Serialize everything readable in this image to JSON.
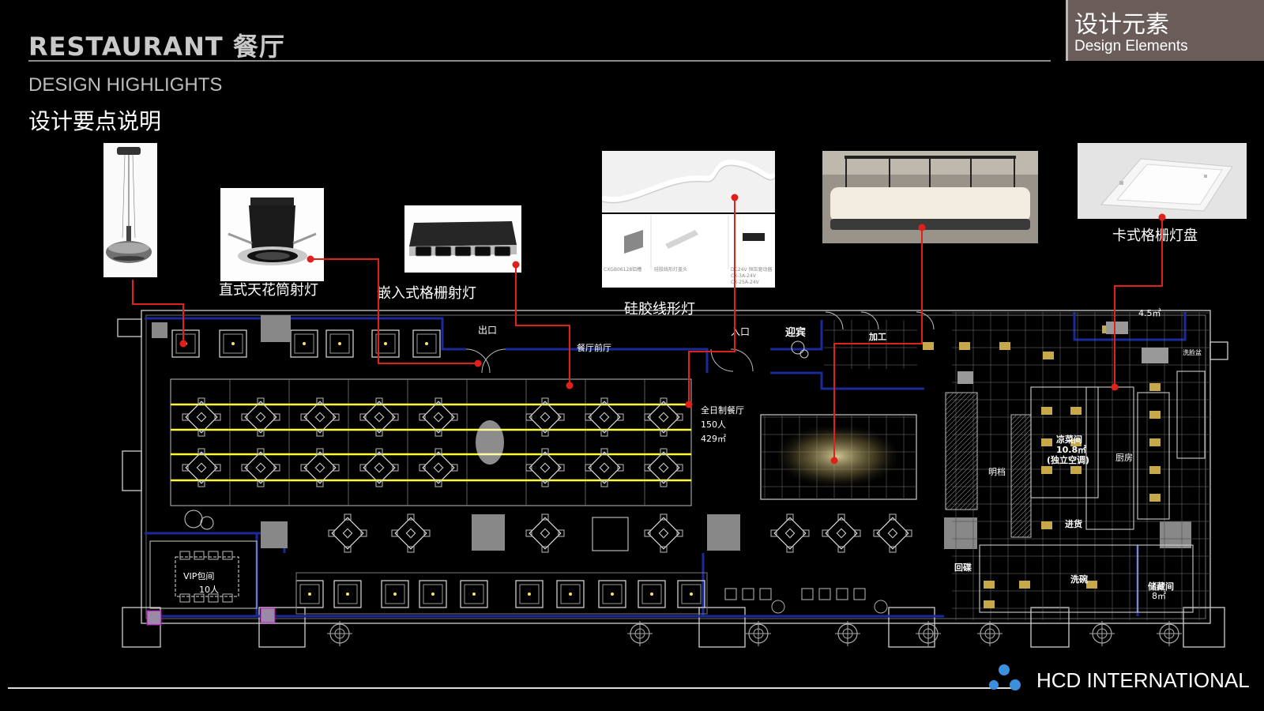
{
  "header": {
    "title": "RESTAURANT  餐厅"
  },
  "tag": {
    "zh": "设计元素",
    "en": "Design Elements"
  },
  "subtitle": {
    "en": "DESIGN HIGHLIGHTS",
    "zh": "设计要点说明"
  },
  "fixtures": [
    {
      "label": ""
    },
    {
      "label": "直式天花筒射灯"
    },
    {
      "label": "嵌入式格栅射灯"
    },
    {
      "label": "硅胶线形灯"
    },
    {
      "label": ""
    },
    {
      "label": "卡式格栅灯盘"
    }
  ],
  "silicone_captions": {
    "a": "CXGB06128铝槽",
    "b": "硅胶线形灯盖头",
    "c1": "DC24V 恒压驱动器",
    "c2": "CX-3A-24V",
    "c3": "CX-25A-24V"
  },
  "plan": {
    "exit": "出口",
    "entrance": "入口",
    "welcome": "迎宾",
    "lobby": "餐厅前厅",
    "dining_name": "全日制餐厅",
    "dining_people": "150人",
    "dining_area": "429㎡",
    "vip_name": "VIP包间",
    "vip_people": "10人",
    "process": "加工",
    "open_kitchen": "明档",
    "cold_room_name": "凉菜间",
    "cold_room_area": "10.8㎡",
    "cold_room_note": "(独立空调)",
    "kitchen": "厨房",
    "goods_in": "进货",
    "dish_return": "回碟",
    "wash": "洗碗",
    "storage_name": "储藏间",
    "storage_area": "8㎡",
    "area_top": "4.5㎡",
    "sink_label": "洗脸盆"
  },
  "brand": {
    "name": "HCD INTERNATIONAL"
  },
  "colors": {
    "leader": "#e0201b",
    "wall_blue": "#1a2a9a",
    "linear_light": "#ffff33",
    "tag_bg": "#6a5d59"
  }
}
